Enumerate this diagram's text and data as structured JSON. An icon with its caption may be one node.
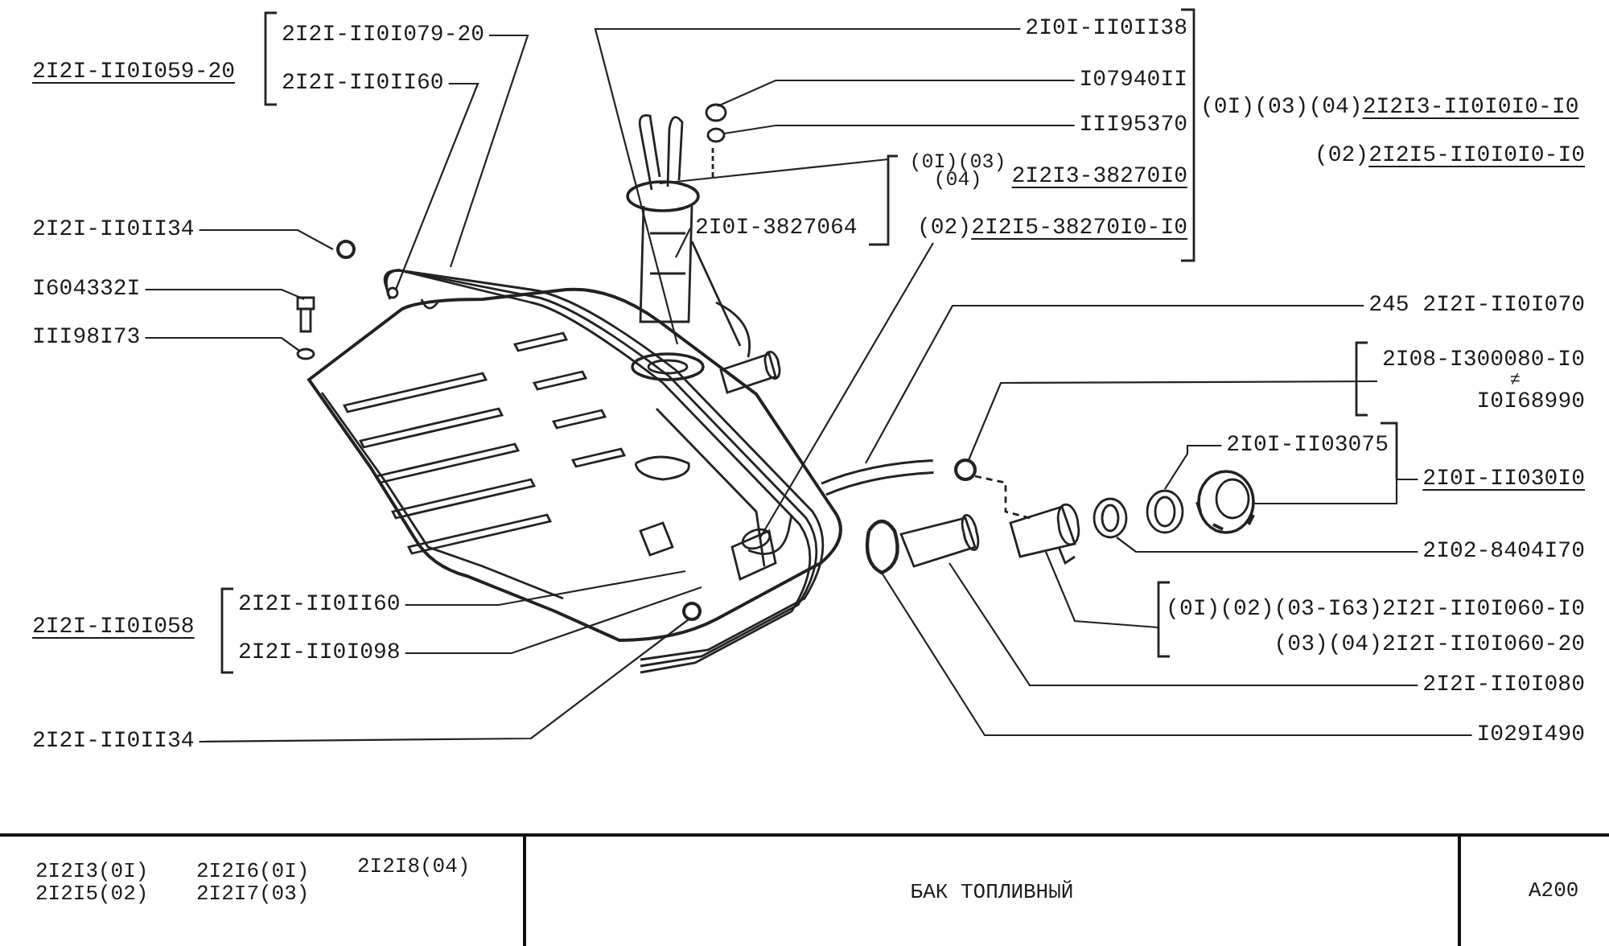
{
  "diagram": {
    "title": "БАК ТОПЛИВНЫЙ",
    "nodes": [
      {
        "text": [
          "2I2I-II0I079-20"
        ]
      },
      {
        "text": [
          "2I2I-II0II60"
        ]
      },
      {
        "text": [
          "2I2I-II0II34"
        ]
      },
      {
        "text": [
          "I604332I"
        ]
      },
      {
        "text": [
          "III98I73"
        ]
      },
      {
        "text": [
          "2I0I-II0II38"
        ]
      },
      {
        "text": [
          "I07940II"
        ]
      },
      {
        "text": [
          "III95370"
        ]
      },
      {
        "text": [
          "(0I)(03) (04)",
          "2I2I3-38270I0"
        ]
      },
      {
        "text": [
          "2I0I-3827064"
        ]
      },
      {
        "text": [
          "(02)2I2I5-38270I0-I0"
        ]
      },
      {
        "text": [
          "245 2I2I-II0I070"
        ]
      },
      {
        "text": [
          "2I08-I300080-I0",
          "≠",
          "I0I68990"
        ]
      },
      {
        "text": [
          "2I0I-II03075"
        ]
      },
      {
        "text": [
          "2I0I-II030I0"
        ]
      },
      {
        "text": [
          "2I02-8404I70"
        ]
      },
      {
        "text": [
          "(0I)(02)(03-I63)2I2I-II0I060-I0",
          "(03)(04)2I2I-II0I060-20"
        ]
      },
      {
        "text": [
          "2I2I-II0I080"
        ]
      },
      {
        "text": [
          "I029I490"
        ]
      },
      {
        "text": [
          "2I2I-II0II60"
        ]
      },
      {
        "text": [
          "2I2I-II0I098"
        ]
      },
      {
        "text": [
          "2I2I-II0II34"
        ]
      }
    ],
    "edges": [
      {
        "from": 0,
        "to": null,
        "arrow": "none"
      },
      {
        "from": 1,
        "to": null,
        "arrow": "none"
      },
      {
        "from": 2,
        "to": null,
        "arrow": "none"
      },
      {
        "from": 3,
        "to": null,
        "arrow": "none"
      },
      {
        "from": 4,
        "to": null,
        "arrow": "none"
      },
      {
        "from": 5,
        "to": null,
        "arrow": "none"
      },
      {
        "from": 6,
        "to": null,
        "arrow": "none"
      },
      {
        "from": 7,
        "to": null,
        "arrow": "none"
      },
      {
        "from": 8,
        "to": null,
        "arrow": "none"
      },
      {
        "from": 9,
        "to": null,
        "arrow": "none"
      },
      {
        "from": 10,
        "to": null,
        "arrow": "none"
      },
      {
        "from": 11,
        "to": null,
        "arrow": "none"
      },
      {
        "from": 12,
        "to": null,
        "arrow": "none"
      },
      {
        "from": 13,
        "to": null,
        "arrow": "none"
      },
      {
        "from": 14,
        "to": null,
        "arrow": "none"
      },
      {
        "from": 15,
        "to": null,
        "arrow": "none"
      },
      {
        "from": 16,
        "to": null,
        "arrow": "none"
      },
      {
        "from": 17,
        "to": null,
        "arrow": "none"
      },
      {
        "from": 18,
        "to": null,
        "arrow": "none"
      },
      {
        "from": 19,
        "to": null,
        "arrow": "none"
      },
      {
        "from": 20,
        "to": null,
        "arrow": "none"
      },
      {
        "from": 21,
        "to": null,
        "arrow": "none"
      }
    ],
    "labels": [
      "2I2I-II0I059-20",
      "(0I)(03)(04)2I2I3-II0I0I0-I0",
      "(02)2I2I5-II0I0I0-I0",
      "2I2I-II0I058",
      "2I2I3(0I)",
      "2I2I6(0I)",
      "2I2I8(04)",
      "2I2I5(02)",
      "2I2I7(03)",
      "A200"
    ]
  }
}
